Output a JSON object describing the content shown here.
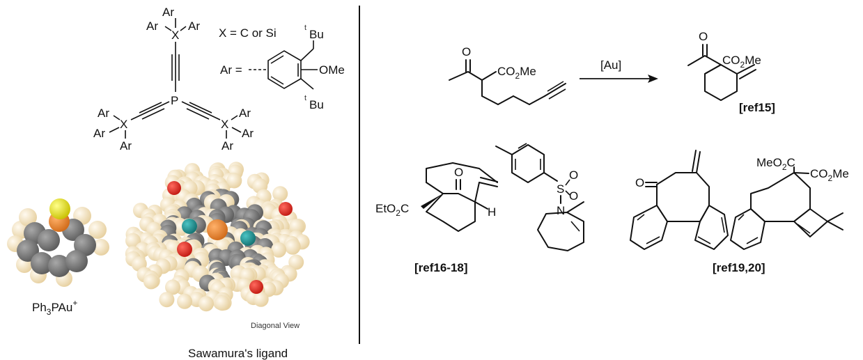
{
  "left_panel": {
    "ligand_atoms": {
      "x_top": "X",
      "x_left": "X",
      "x_right": "X",
      "p": "P",
      "ar": "Ar"
    },
    "definition_x": "X = C or Si",
    "ar_label": "Ar = ",
    "ome": "OMe",
    "tbu_main": "Bu",
    "tbu_sup": "t",
    "caption_ph3": {
      "main": "Ph",
      "sub": "3",
      "rest": "PAu",
      "sup": "+"
    },
    "caption_sawamura": "Sawamura's ligand",
    "diagonal_view": "Diagonal View"
  },
  "right_panel": {
    "reagent_label": "[Au]",
    "o_atom": "O",
    "co2me": {
      "pre": "CO",
      "sub": "2",
      "post": "Me"
    },
    "meo2c": {
      "pre": "MeO",
      "sub": "2",
      "post": "C"
    },
    "eto2c": {
      "pre": "EtO",
      "sub": "2",
      "post": "C"
    },
    "h_atom": "H",
    "n_atom": "N",
    "s_atom": "S",
    "refs": {
      "r15": "[ref15]",
      "r16": "[ref16-18]",
      "r19": "[ref19,20]"
    }
  },
  "colors": {
    "carbon": "#7f7f7f",
    "hydrogen": "#f2e0b6",
    "gold": "#e8e000",
    "phosphorus": "#e8822a",
    "oxygen": "#e0281e",
    "silicon": "#1f9a9a"
  }
}
